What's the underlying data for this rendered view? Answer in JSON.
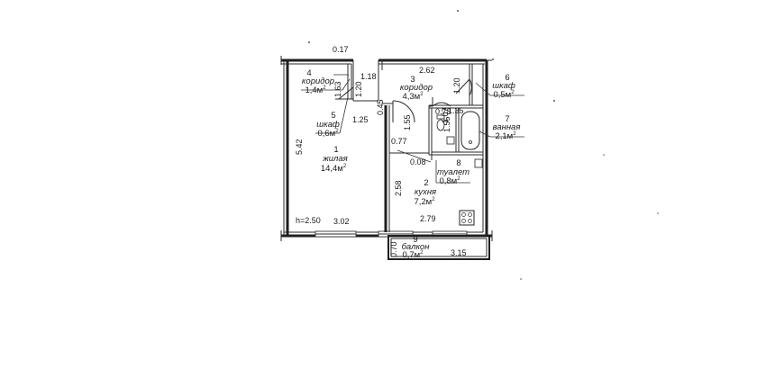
{
  "plan": {
    "height_label": "h=2.50",
    "rooms": [
      {
        "id": "r1",
        "num": "1",
        "name": "жилая",
        "area": "14,4м"
      },
      {
        "id": "r2",
        "num": "2",
        "name": "кухня",
        "area": "7,2м"
      },
      {
        "id": "r3",
        "num": "3",
        "name": "коридор",
        "area": "4,3м"
      },
      {
        "id": "r4",
        "num": "4",
        "name": "коридор",
        "area": "1,4м"
      },
      {
        "id": "r5",
        "num": "5",
        "name": "шкаф",
        "area": "0,6м"
      },
      {
        "id": "r6",
        "num": "6",
        "name": "шкаф",
        "area": "0,5м"
      },
      {
        "id": "r7",
        "num": "7",
        "name": "ванная",
        "area": "2,1м"
      },
      {
        "id": "r8",
        "num": "8",
        "name": "туалет",
        "area": "0,8м"
      },
      {
        "id": "r9",
        "num": "9",
        "name": "балкон",
        "area": "0,7м"
      }
    ],
    "area_superscript": "2",
    "dimensions": [
      {
        "id": "d1",
        "text": "0.17"
      },
      {
        "id": "d2",
        "text": "1.18"
      },
      {
        "id": "d3",
        "text": "2.62"
      },
      {
        "id": "d4",
        "text": "1.63"
      },
      {
        "id": "d5",
        "text": "1.20"
      },
      {
        "id": "d6",
        "text": "1.20"
      },
      {
        "id": "d7",
        "text": "1.25"
      },
      {
        "id": "d8",
        "text": "0.45"
      },
      {
        "id": "d9",
        "text": "0.78"
      },
      {
        "id": "d10",
        "text": "1.35"
      },
      {
        "id": "d11",
        "text": "1.55"
      },
      {
        "id": "d12",
        "text": "0.77"
      },
      {
        "id": "d13",
        "text": "1.55"
      },
      {
        "id": "d14",
        "text": "1.07"
      },
      {
        "id": "d15",
        "text": "5.42"
      },
      {
        "id": "d16",
        "text": "0.08"
      },
      {
        "id": "d17",
        "text": "2.58"
      },
      {
        "id": "d18",
        "text": "3.02"
      },
      {
        "id": "d19",
        "text": "2.79"
      },
      {
        "id": "d20",
        "text": "0.70"
      },
      {
        "id": "d21",
        "text": "3.15"
      }
    ]
  }
}
